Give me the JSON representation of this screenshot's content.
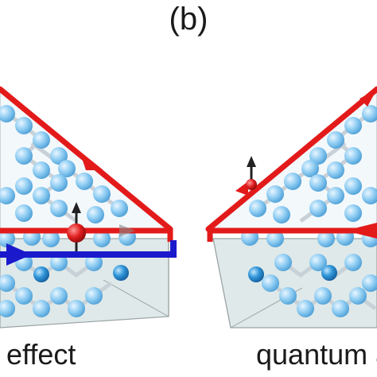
{
  "panel_label": "(b)",
  "captions": {
    "left": "l effect",
    "right": "quantum a"
  },
  "colors": {
    "red_edge": "#e31a1a",
    "blue_edge": "#1a1acc",
    "atom": "#86c8f0",
    "atom_dark": "#2f95d8",
    "spin_atom": "#d81818",
    "bond": "#cfd6dc",
    "box_face": "#dde8e8",
    "box_line": "#9aa3a3"
  },
  "icons": [
    "spin-up-arrow-icon",
    "edge-current-arrow-icon"
  ]
}
